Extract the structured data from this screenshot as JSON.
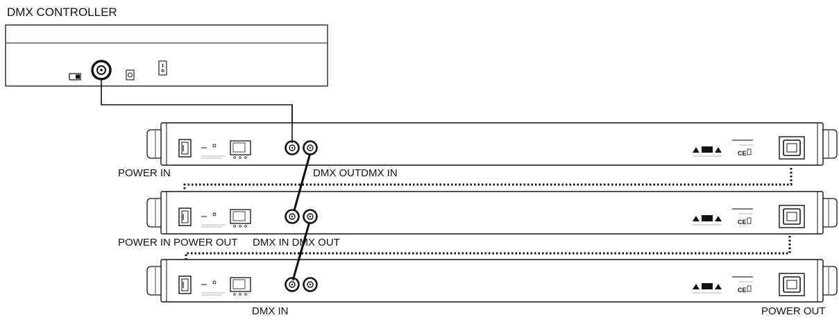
{
  "controller": {
    "title": "DMX CONTROLLER"
  },
  "fixtures": [
    {
      "labels": {
        "left": "POWER IN",
        "center": "DMX OUTDMX IN",
        "right": ""
      }
    },
    {
      "labels": {
        "left": "POWER IN POWER OUT",
        "center": "DMX IN DMX OUT",
        "right": ""
      }
    },
    {
      "labels": {
        "left": "",
        "center": "DMX IN",
        "right": "POWER OUT"
      }
    }
  ],
  "colors": {
    "line": "#111111",
    "fill": "#ffffff",
    "dotted_link": "#111111"
  },
  "icons": [
    "xlr-connector-icon",
    "iec-socket-icon",
    "power-switch-icon",
    "ce-mark-icon",
    "warning-triangle-icon"
  ]
}
